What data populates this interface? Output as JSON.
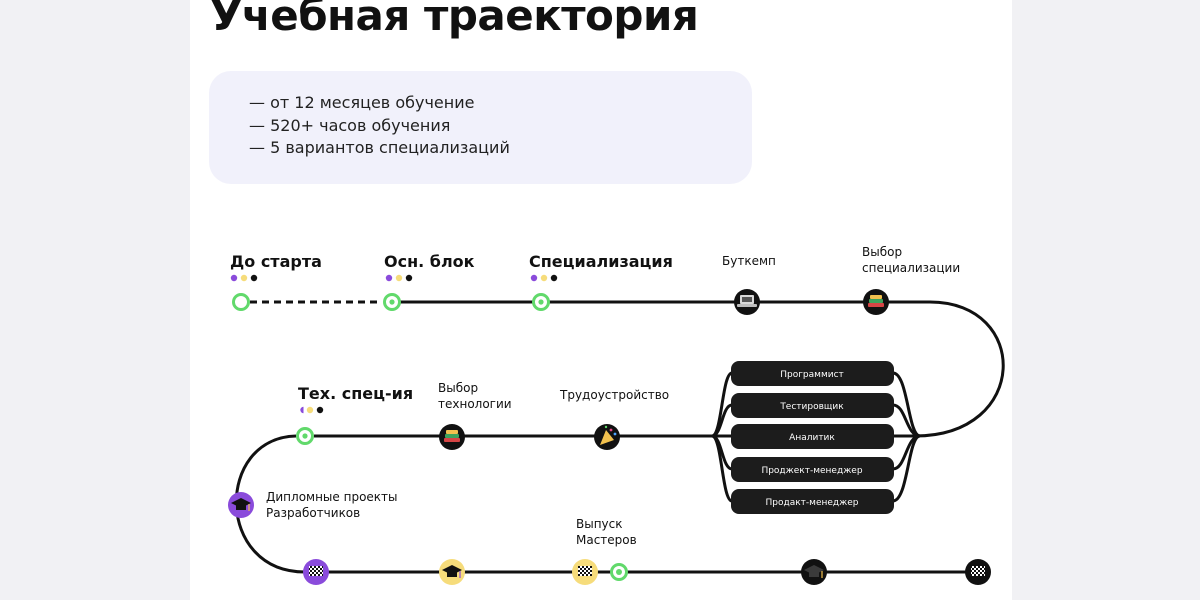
{
  "title": "Учебная траектория",
  "info": [
    "— от 12 месяцев обучение",
    "— 520+ часов обучения",
    "— 5 вариантов специализаций"
  ],
  "colors": {
    "line": "#111111",
    "green": "#61d96b",
    "purple": "#8a4bdb",
    "yellow": "#f6dc7b",
    "black": "#111111",
    "pill": "#1c1c1c"
  },
  "stages": {
    "do_starta": "До старта",
    "osn_blok": "Осн. блок",
    "specializaciya": "Специализация",
    "teh_spec": "Тех. спец-ия"
  },
  "nodes": {
    "butkemp": "Буткемп",
    "vybor_spec_1": "Выбор",
    "vybor_spec_2": "специализации",
    "vybor_teh_1": "Выбор",
    "vybor_teh_2": "технологии",
    "trudo": "Трудоустройство",
    "diplom_1": "Дипломные проекты",
    "diplom_2": "Разработчиков",
    "vypusk_1": "Выпуск",
    "vypusk_2": "Мастеров"
  },
  "specializations": [
    "Программист",
    "Тестировщик",
    "Аналитик",
    "Проджект-менеджер",
    "Продакт-менеджер"
  ],
  "icons": {
    "butkemp": "laptop-icon",
    "vybor_spec": "books-icon",
    "vybor_teh": "books-icon",
    "trudo": "party-popper-icon",
    "diplom": "graduation-cap-icon",
    "bottom_1": "checkered-flag-icon",
    "bottom_2": "graduation-cap-icon",
    "bottom_3": "checkered-flag-icon",
    "bottom_4": "graduation-cap-icon",
    "bottom_5": "checkered-flag-icon"
  }
}
